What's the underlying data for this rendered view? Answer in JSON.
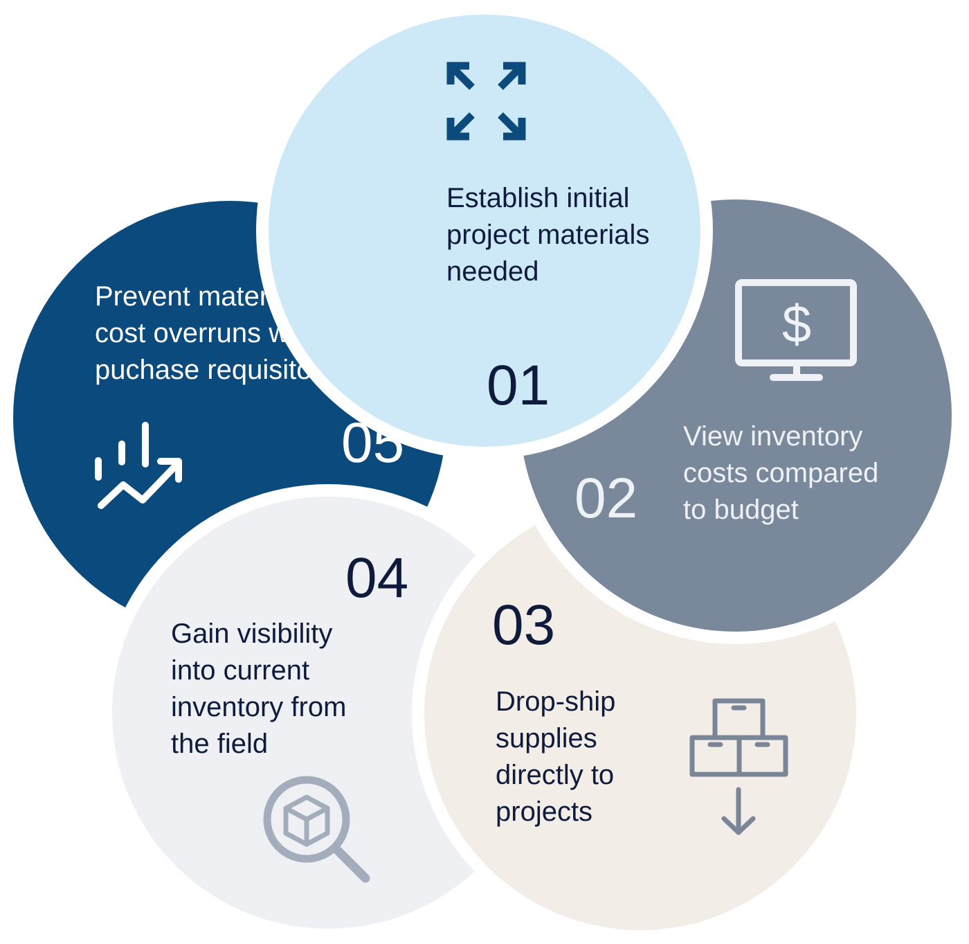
{
  "steps": [
    {
      "number": "01",
      "lines": [
        "Establish initial",
        "project materials",
        "needed"
      ],
      "icon": "expand-arrows-icon",
      "fill": "#cde9f8",
      "text_color": "#0f1b3c",
      "icon_color": "#0d4a7c"
    },
    {
      "number": "02",
      "lines": [
        "View inventory",
        "costs compared",
        "to budget"
      ],
      "icon": "dollar-monitor-icon",
      "fill": "#7a889b",
      "text_color": "#eef1f5",
      "icon_color": "#eef1f5"
    },
    {
      "number": "03",
      "lines": [
        "Drop-ship",
        "supplies",
        "directly to",
        "projects"
      ],
      "icon": "boxes-down-arrow-icon",
      "fill": "#f2ede7",
      "text_color": "#0f1b3c",
      "icon_color": "#7a8597"
    },
    {
      "number": "04",
      "lines": [
        "Gain visibility",
        "into current",
        "inventory from",
        "the field"
      ],
      "icon": "magnifier-box-icon",
      "fill": "#eef0f4",
      "text_color": "#0f1b3c",
      "icon_color": "#a4adbb"
    },
    {
      "number": "05",
      "lines": [
        "Prevent material",
        "cost overruns with",
        "puchase requisitons"
      ],
      "icon": "growth-chart-icon",
      "fill": "#0b4a7c",
      "text_color": "#ffffff",
      "icon_color": "#ffffff"
    }
  ]
}
